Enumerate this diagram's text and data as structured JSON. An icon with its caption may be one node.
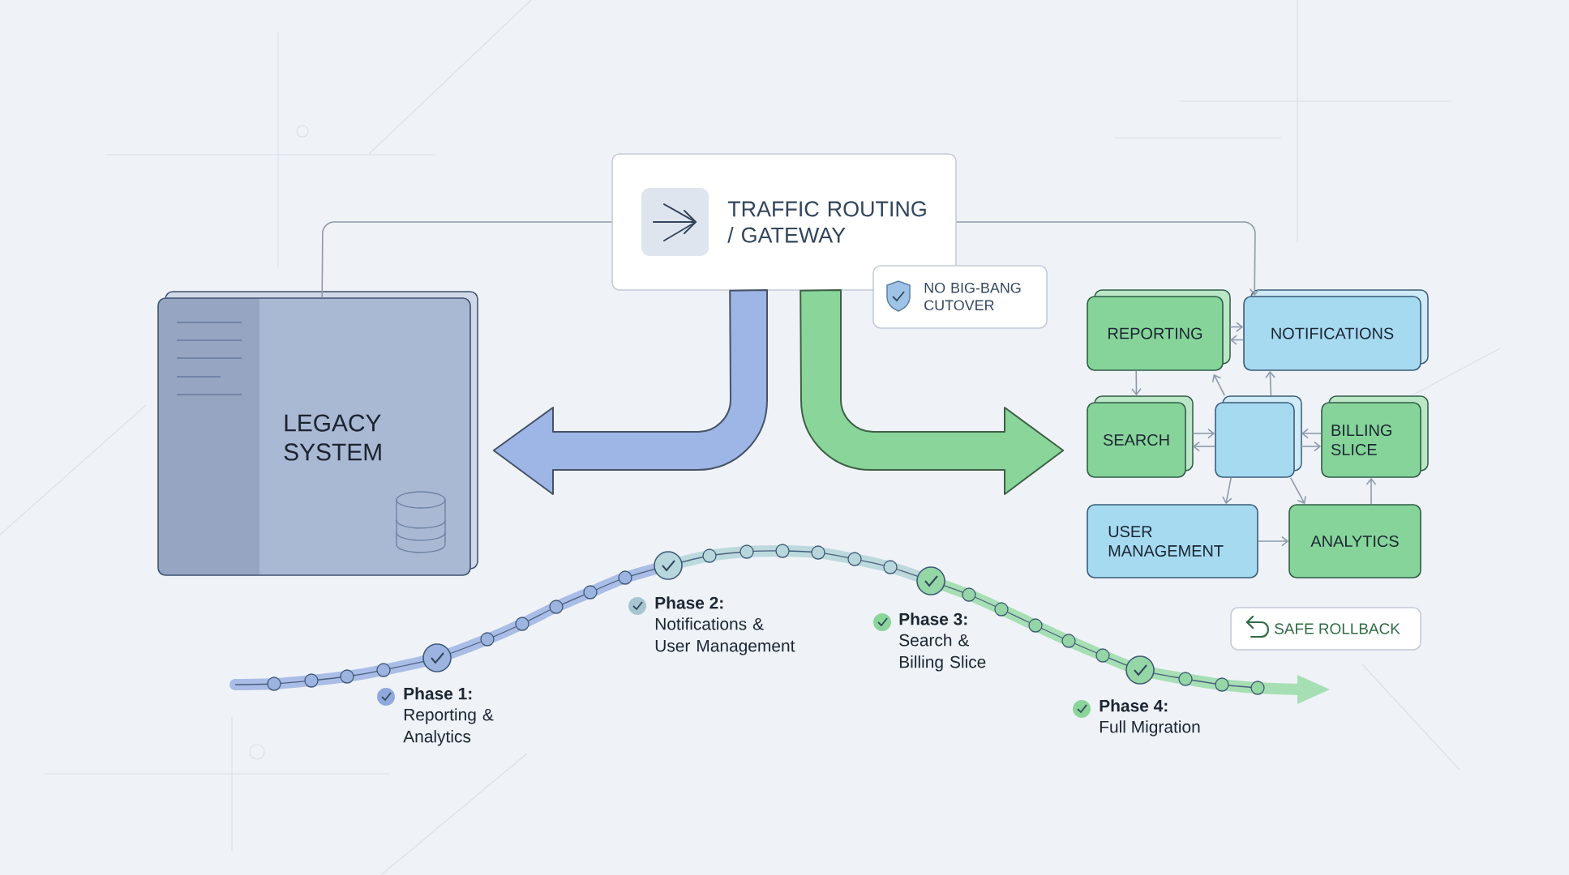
{
  "diagram": {
    "nodes": [
      {
        "text": [
          "TRAFFIC ROUTING / GATEWAY"
        ]
      },
      {
        "text": [
          "NO BIG-BANG CUTOVER"
        ]
      },
      {
        "text": [
          "LEGACY SYSTEM"
        ]
      },
      {
        "text": [
          "REPORTING"
        ]
      },
      {
        "text": [
          "NOTIFICATIONS"
        ]
      },
      {
        "text": [
          "SEARCH"
        ]
      },
      {
        "text": [],
        "shape": "box"
      },
      {
        "text": [
          "BILLING SLICE"
        ]
      },
      {
        "text": [
          "USER MANAGEMENT"
        ]
      },
      {
        "text": [
          "ANALYTICS"
        ]
      },
      {
        "text": [
          "SAFE ROLLBACK"
        ]
      }
    ],
    "edges": [
      {
        "from": 0,
        "to": 2,
        "arrow": "to",
        "style": "thick",
        "color": "#9db6e6"
      },
      {
        "from": 0,
        "to": 5,
        "arrow": "to",
        "style": "thick",
        "color": "#8ad59a"
      },
      {
        "from": 0,
        "to": 2,
        "arrow": "none"
      },
      {
        "from": 0,
        "to": 4,
        "arrow": "to"
      },
      {
        "from": 3,
        "to": 4,
        "arrow": "to"
      },
      {
        "from": 4,
        "to": 3,
        "arrow": "to"
      },
      {
        "from": 3,
        "to": 5,
        "arrow": "to"
      },
      {
        "from": 6,
        "to": 3,
        "arrow": "to"
      },
      {
        "from": 6,
        "to": 4,
        "arrow": "to"
      },
      {
        "from": 5,
        "to": 6,
        "arrow": "to"
      },
      {
        "from": 6,
        "to": 5,
        "arrow": "to"
      },
      {
        "from": 7,
        "to": 6,
        "arrow": "to"
      },
      {
        "from": 6,
        "to": 7,
        "arrow": "to"
      },
      {
        "from": 6,
        "to": 8,
        "arrow": "to"
      },
      {
        "from": 6,
        "to": 9,
        "arrow": "to"
      },
      {
        "from": 9,
        "to": 7,
        "arrow": "to"
      },
      {
        "from": 8,
        "to": 9,
        "arrow": "to"
      }
    ],
    "labels": [
      "Phase 1:",
      "Reporting & Analytics",
      "Phase 2:",
      "Notifications & User Management",
      "Phase 3:",
      "Search & Billing Slice",
      "Phase 4:",
      "Full Migration"
    ]
  }
}
